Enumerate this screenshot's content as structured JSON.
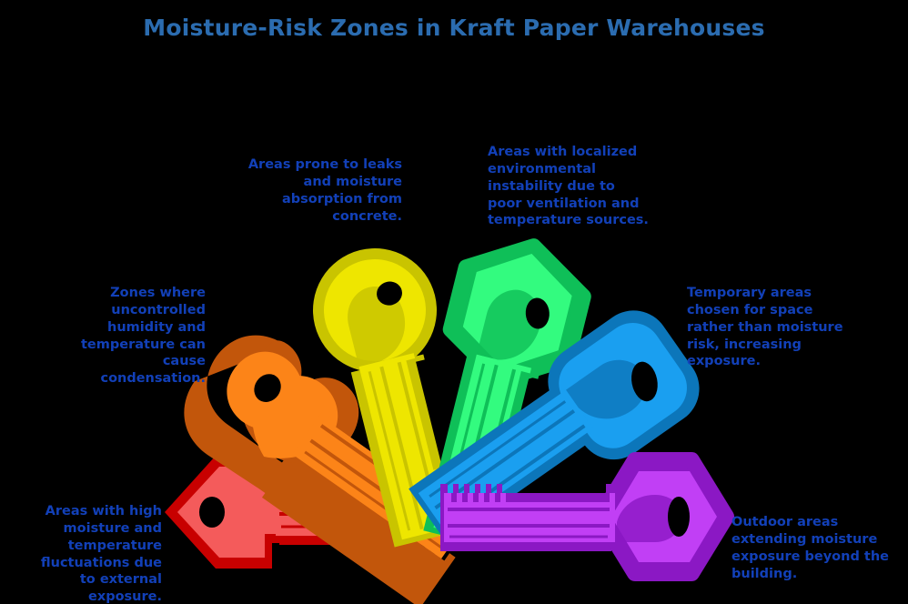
{
  "title": "Moisture-Risk Zones in Kraft Paper Warehouses",
  "theme": {
    "background": "#000000",
    "title_color": "#2B6CB0",
    "callout_color": "#1240B8"
  },
  "callouts": [
    {
      "id": "top-left",
      "align": "right",
      "text": "Areas prone to leaks and moisture absorption from concrete."
    },
    {
      "id": "top-right",
      "align": "left",
      "text": "Areas with localized environmental instability due to poor ventilation and temperature sources."
    },
    {
      "id": "mid-left",
      "align": "right",
      "text": "Zones where uncontrolled humidity and temperature can cause condensation."
    },
    {
      "id": "mid-right",
      "align": "left",
      "text": "Temporary areas chosen for space rather than moisture risk, increasing exposure."
    },
    {
      "id": "bottom-left",
      "align": "right",
      "text": "Areas with high moisture and temperature fluctuations due to external exposure."
    },
    {
      "id": "bottom-right",
      "align": "left",
      "text": "Outdoor areas extending moisture exposure beyond the building."
    }
  ],
  "keys": [
    {
      "id": "key-red",
      "head_shape": "diamond",
      "fill": "#F45B5B",
      "stroke": "#C80000",
      "rotation": 0,
      "linked_callout": "bottom-left"
    },
    {
      "id": "key-orange",
      "head_shape": "clover",
      "fill": "#FC8418",
      "stroke": "#C2560B",
      "rotation": 35,
      "linked_callout": "mid-left"
    },
    {
      "id": "key-yellow",
      "head_shape": "circle",
      "fill": "#EEE600",
      "stroke": "#C9C400",
      "rotation": 80,
      "linked_callout": "top-left"
    },
    {
      "id": "key-green",
      "head_shape": "hexagon",
      "fill": "#33FB7F",
      "stroke": "#0FBF58",
      "rotation": 100,
      "linked_callout": "top-right"
    },
    {
      "id": "key-blue",
      "head_shape": "rounded-rect",
      "fill": "#1A9FF0",
      "stroke": "#0C76BA",
      "rotation": 145,
      "linked_callout": "mid-right"
    },
    {
      "id": "key-purple",
      "head_shape": "hexagon",
      "fill": "#C13FF5",
      "stroke": "#8B18C4",
      "rotation": 180,
      "linked_callout": "bottom-right"
    }
  ]
}
